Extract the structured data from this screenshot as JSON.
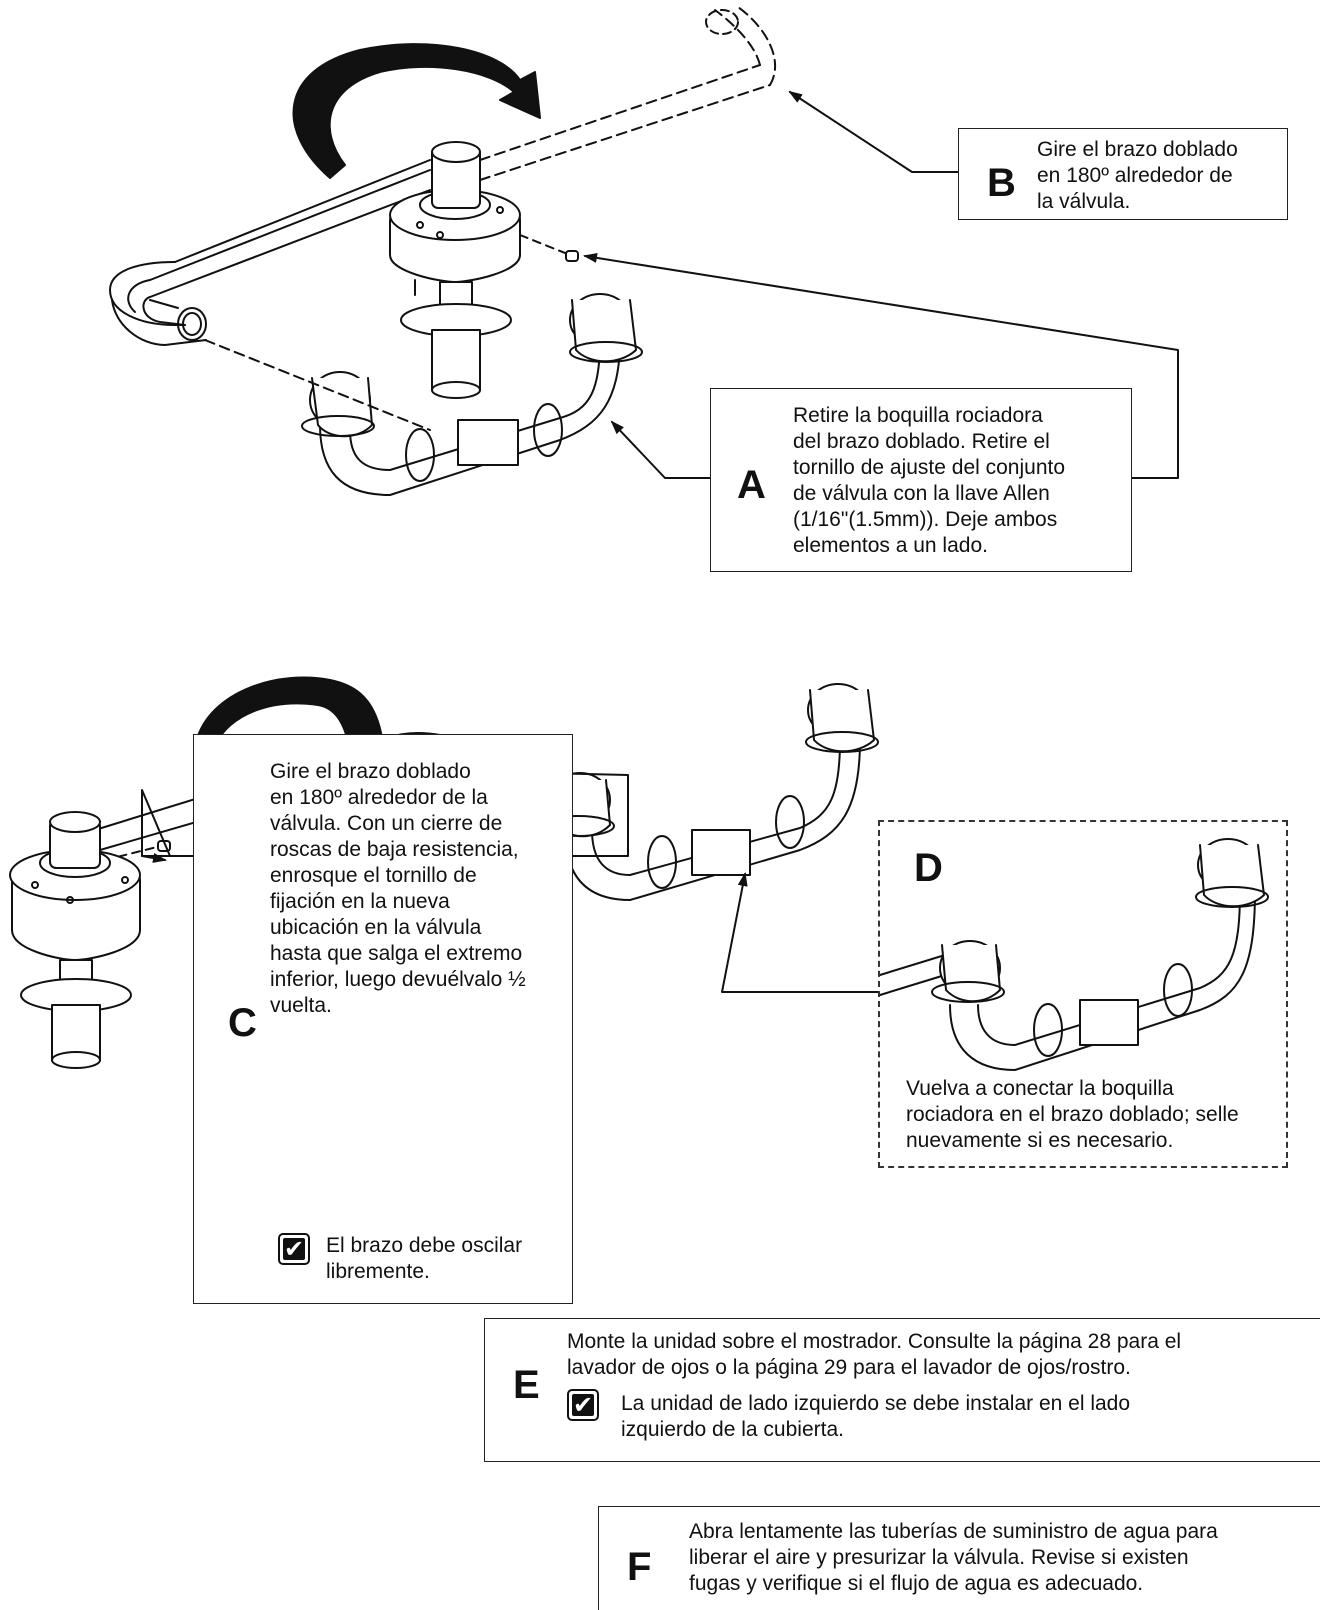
{
  "steps": {
    "A": {
      "letter": "A",
      "text": "Retire la boquilla rociadora\ndel brazo doblado. Retire el\ntornillo de ajuste del conjunto\nde válvula con la llave Allen\n(1/16\"(1.5mm)). Deje ambos\nelementos a un lado."
    },
    "B": {
      "letter": "B",
      "text": "Gire el brazo doblado\nen 180º alrededor de\nla válvula."
    },
    "C": {
      "letter": "C",
      "text": "Gire el brazo doblado\nen 180º alrededor de la\nválvula. Con un cierre de\nroscas de baja resistencia,\nenrosque el tornillo de\nfijación en la nueva\nubicación en la válvula\nhasta que salga el extremo\ninferior, luego devuélvalo ½\nvuelta.",
      "check_text": "El brazo debe oscilar\nlibremente."
    },
    "D": {
      "letter": "D",
      "text": "Vuelva a conectar la boquilla\nrociadora en el brazo doblado; selle\nnuevamente si es necesario."
    },
    "E": {
      "letter": "E",
      "text": "Monte la unidad sobre el mostrador. Consulte la página 28 para el\nlavador de ojos o la página 29 para el lavador de ojos/rostro.",
      "check_text": "La unidad de lado izquierdo se debe instalar en el lado\nizquierdo de la cubierta."
    },
    "F": {
      "letter": "F",
      "text": "Abra lentamente las tuberías de suministro de agua para\nliberar el aire y presurizar la válvula. Revise si existen\nfugas y verifique si el flujo de agua es adecuado."
    }
  },
  "icons": {
    "check": "checkmark-icon",
    "rotate": "rotation-arrow-icon"
  }
}
